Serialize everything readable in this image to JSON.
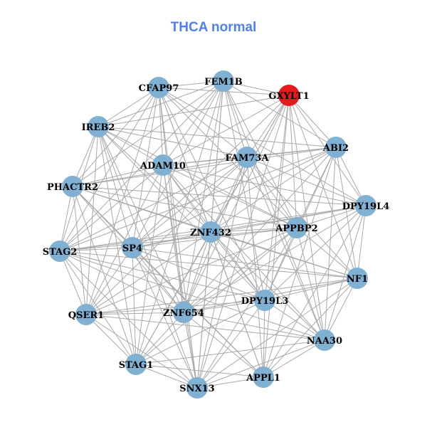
{
  "title": "THCA normal",
  "colors": {
    "node": "#80b1d3",
    "highlight": "#e41a1c",
    "edge": "#a9a9a9",
    "title": "#4f7ff0"
  },
  "nodes": [
    {
      "name": "FEM1B"
    },
    {
      "name": "CFAP97"
    },
    {
      "name": "GXYLT1",
      "highlight": true
    },
    {
      "name": "IREB2"
    },
    {
      "name": "ABI2"
    },
    {
      "name": "ADAM10"
    },
    {
      "name": "FAM73A"
    },
    {
      "name": "PHACTR2"
    },
    {
      "name": "DPY19L4"
    },
    {
      "name": "APPBP2"
    },
    {
      "name": "ZNF432"
    },
    {
      "name": "SP4"
    },
    {
      "name": "STAG2"
    },
    {
      "name": "NF1"
    },
    {
      "name": "DPY19L3"
    },
    {
      "name": "QSER1"
    },
    {
      "name": "ZNF654"
    },
    {
      "name": "NAA30"
    },
    {
      "name": "STAG1"
    },
    {
      "name": "APPL1"
    },
    {
      "name": "SNX13"
    }
  ],
  "adjacency": [
    [
      1,
      2,
      3,
      4,
      5,
      6,
      7,
      9,
      10,
      11,
      12,
      14,
      16,
      17,
      18,
      20
    ],
    [
      2,
      3,
      5,
      6,
      7,
      8,
      9,
      10,
      11,
      12,
      14,
      15,
      16,
      19,
      20
    ],
    [
      3,
      4,
      5,
      6,
      8,
      9,
      10,
      11,
      13,
      14,
      16,
      17,
      18,
      19,
      20
    ],
    [
      4,
      5,
      6,
      7,
      9,
      10,
      11,
      12,
      14,
      15,
      16,
      18,
      20
    ],
    [
      5,
      6,
      7,
      8,
      9,
      10,
      11,
      12,
      13,
      14,
      16,
      17,
      19
    ],
    [
      6,
      7,
      8,
      9,
      10,
      12,
      14,
      15,
      16,
      17,
      18,
      20
    ],
    [
      7,
      8,
      9,
      10,
      11,
      12,
      13,
      15,
      16,
      17,
      19,
      20
    ],
    [
      8,
      9,
      10,
      11,
      12,
      13,
      15,
      16,
      18,
      19
    ],
    [
      9,
      10,
      11,
      12,
      13,
      14,
      16,
      17,
      19
    ],
    [
      10,
      11,
      12,
      13,
      14,
      15,
      16,
      17,
      18,
      20
    ],
    [
      11,
      12,
      13,
      14,
      15,
      16,
      17,
      18,
      19,
      20
    ],
    [
      12,
      13,
      14,
      15,
      16,
      18,
      19,
      20
    ],
    [
      13,
      14,
      15,
      16,
      17,
      18,
      20
    ],
    [
      14,
      15,
      16,
      17,
      19,
      20
    ],
    [
      15,
      16,
      17,
      18,
      19,
      20
    ],
    [
      16,
      17,
      18,
      20
    ],
    [
      17,
      18,
      19,
      20
    ],
    [
      18,
      19,
      20
    ],
    [
      19,
      20
    ],
    [
      20
    ],
    []
  ]
}
